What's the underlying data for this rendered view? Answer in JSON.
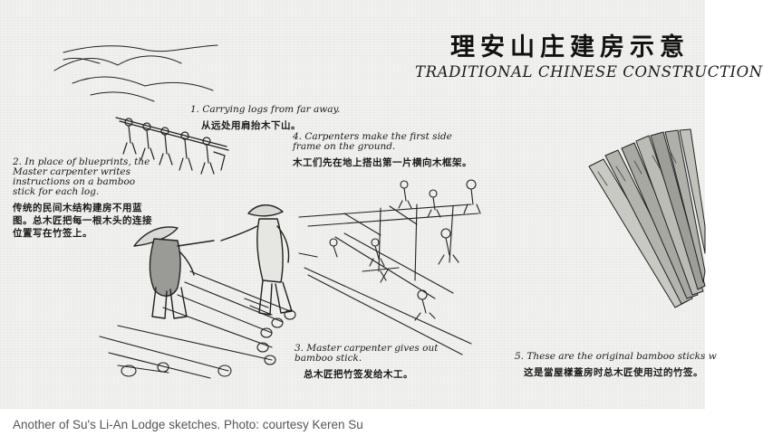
{
  "title_cn": "理安山庄建房示意",
  "title_en": "TRADITIONAL CHINESE CONSTRUCTION",
  "notes": [
    {
      "en": "1. Carrying logs from far away.",
      "cn": "从远处用肩抬木下山。"
    },
    {
      "en": "2. In place of blueprints, the Master carpenter writes instructions on a bamboo stick for each log.",
      "cn": "传统的民间木结构建房不用蓝图。总木匠把每一根木头的连接位置写在竹签上。"
    },
    {
      "en": "3. Master carpenter gives out bamboo stick.",
      "cn": "总木匠把竹签发给木工。"
    },
    {
      "en": "4. Carpenters make the first side frame on the ground.",
      "cn": "木工们先在地上搭出第一片横向木框架。"
    },
    {
      "en": "5. These are the original bamboo sticks w",
      "cn": "这是當屋樣蓋房时总木匠使用过的竹签。"
    }
  ],
  "caption": "Another of Su's Li-An Lodge sketches. Photo: courtesy Keren Su"
}
